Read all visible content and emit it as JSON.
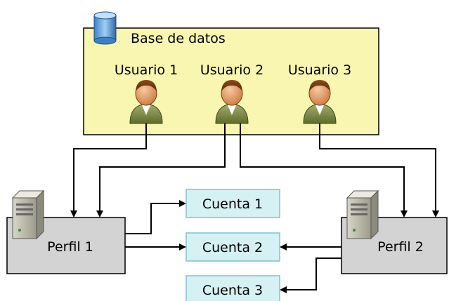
{
  "database": {
    "label": "Base de datos",
    "icon": "database-icon",
    "users": [
      {
        "label": "Usuario 1",
        "icon": "user-icon"
      },
      {
        "label": "Usuario 2",
        "icon": "user-icon"
      },
      {
        "label": "Usuario 3",
        "icon": "user-icon"
      }
    ]
  },
  "profiles": [
    {
      "label": "Perfil 1",
      "icon": "server-icon"
    },
    {
      "label": "Perfil 2",
      "icon": "server-icon"
    }
  ],
  "accounts": [
    {
      "label": "Cuenta 1"
    },
    {
      "label": "Cuenta 2"
    },
    {
      "label": "Cuenta 3"
    }
  ],
  "colors": {
    "database_fill": "#f8f6b0",
    "profile_fill": "#d3d3d3",
    "account_fill": "#d6f1f4",
    "account_border": "#7fc3cf",
    "arrow": "#000000"
  }
}
